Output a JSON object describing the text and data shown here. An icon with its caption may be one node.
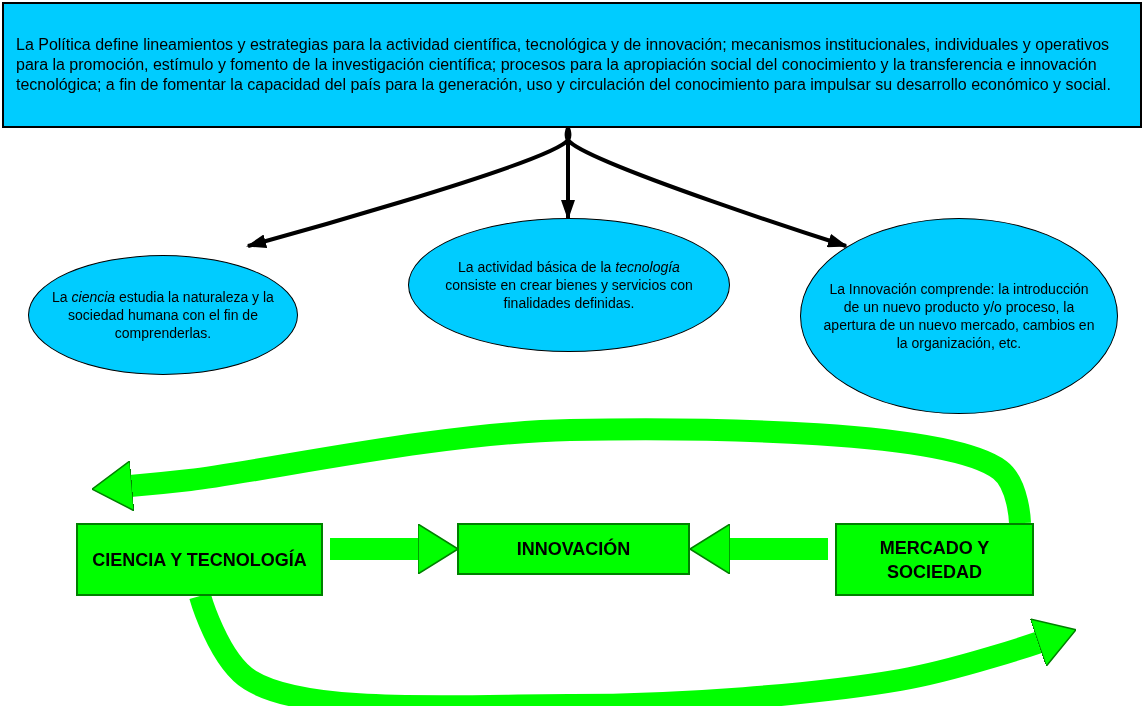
{
  "diagram": {
    "nodes": [
      {
        "text": [
          "La Política define lineamientos y estrategias para la actividad científica, tecnológica y de innovación; mecanismos institucionales, individuales y operativos para la promoción, estímulo y fomento de la investigación científica; procesos para la apropiación social del conocimiento y la transferencia e innovación tecnológica; a fin de fomentar la capacidad del país para la generación, uso y circulación del conocimiento para impulsar su desarrollo económico y social."
        ]
      },
      {
        "text": [
          "La *ciencia* estudia la naturaleza y la sociedad humana con el fin de comprenderlas."
        ]
      },
      {
        "text": [
          "La actividad básica de la *tecnología* consiste en crear bienes y servicios con finalidades definidas."
        ]
      },
      {
        "text": [
          "La Innovación comprende: la introducción de un nuevo producto y/o proceso, la apertura de un nuevo mercado, cambios en la organización, etc."
        ]
      },
      {
        "text": [
          "CIENCIA Y TECNOLOGÍA"
        ]
      },
      {
        "text": [
          "INNOVACIÓN"
        ]
      },
      {
        "text": [
          "MERCADO Y SOCIEDAD"
        ]
      }
    ],
    "edges": [
      {
        "from": 0,
        "to": 1,
        "arrow": "to",
        "color": "#000000"
      },
      {
        "from": 0,
        "to": 2,
        "arrow": "to",
        "color": "#000000"
      },
      {
        "from": 0,
        "to": 3,
        "arrow": "to",
        "color": "#000000"
      },
      {
        "from": 4,
        "to": 5,
        "arrow": "to"
      },
      {
        "from": 6,
        "to": 5,
        "arrow": "to"
      },
      {
        "from": 6,
        "to": 4,
        "arrow": "to"
      },
      {
        "from": 4,
        "to": 6,
        "arrow": "to"
      }
    ]
  }
}
